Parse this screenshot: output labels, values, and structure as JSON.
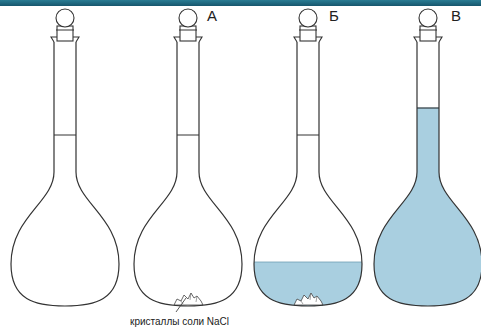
{
  "diagram": {
    "labels": [
      "А",
      "Б",
      "В",
      "кристаллы соли NaCl"
    ]
  }
}
